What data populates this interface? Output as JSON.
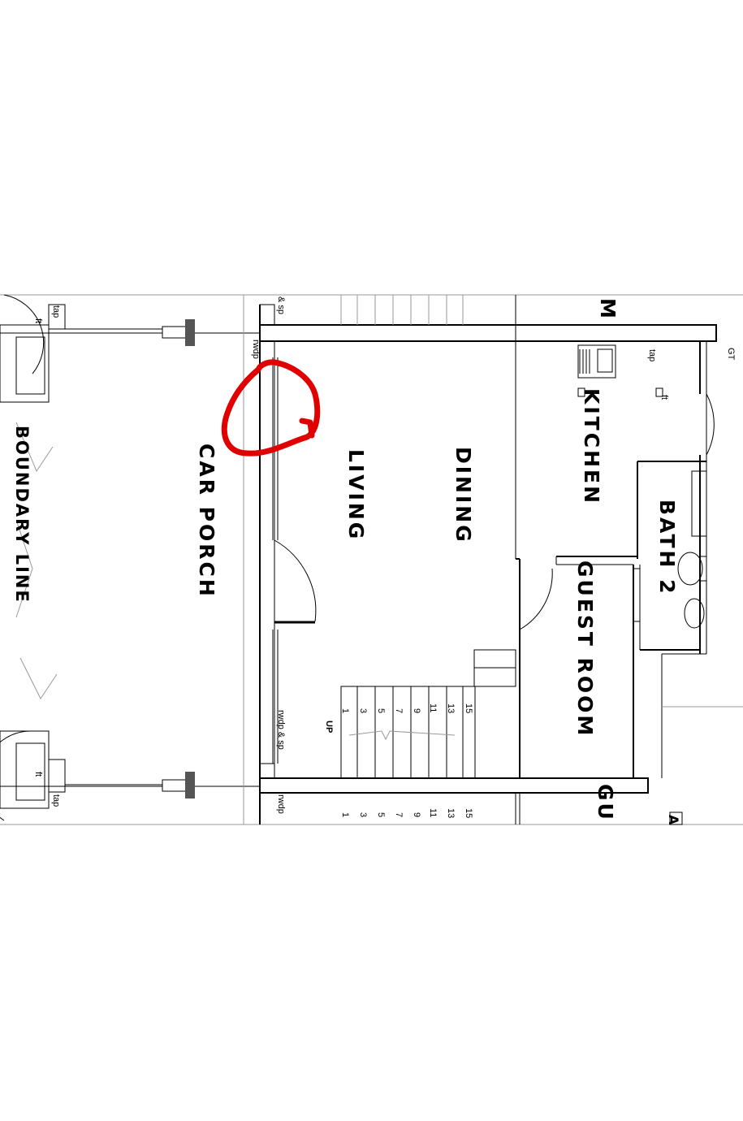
{
  "rooms": {
    "car_porch": "CAR PORCH",
    "living": "LIVING",
    "dining": "DINING",
    "kitchen": "KITCHEN",
    "bath2": "BATH 2",
    "guest_room": "GUEST ROOM",
    "guest_room_partial": "GU",
    "partial_top": "M",
    "partial_right": "A"
  },
  "boundary_line": "BOUNDARY LINE",
  "boundary_color": "#e00000",
  "annotation_color": "#e00000",
  "annotation_shape": "hand-drawn circle",
  "notes": {
    "tap": "tap",
    "ft": "ft",
    "gt": "GT",
    "rwdp": "rwdp",
    "rwdp_sp": "rwdp & sp",
    "sp": "& sp",
    "up": "UP"
  },
  "stair_numbers": [
    "1",
    "3",
    "5",
    "7",
    "9",
    "11",
    "13",
    "15"
  ]
}
